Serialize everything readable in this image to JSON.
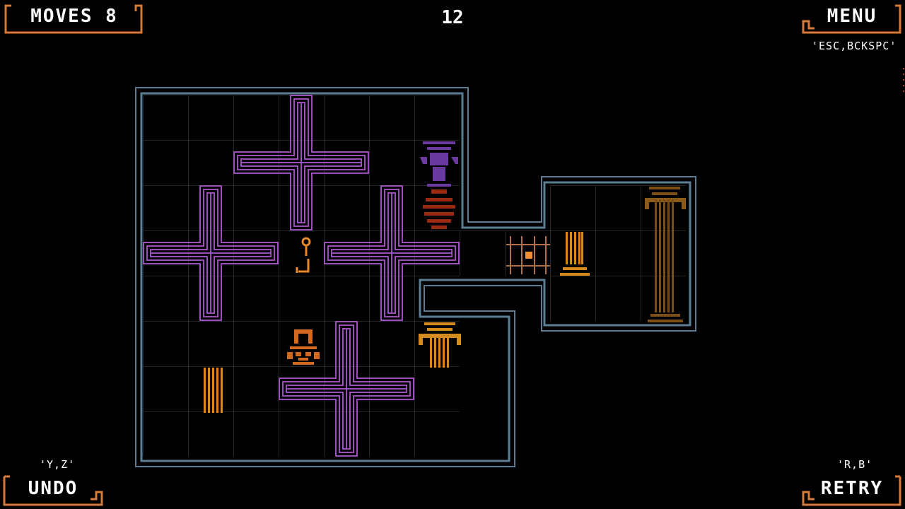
{
  "hud": {
    "moves_label": "MOVES 8",
    "level_number": "12",
    "menu_label": "MENU",
    "menu_hint": "'ESC,BCKSPC'",
    "undo_label": "UNDO",
    "undo_hint": "'Y,Z'",
    "retry_label": "RETRY",
    "retry_hint": "'R,B'"
  },
  "colors": {
    "frame": "#d77a3a",
    "wall": "#5d7d93",
    "grid": "#22262b",
    "cross": "#9b4fb8",
    "gold": "#d38a1e",
    "key": "#e8882a",
    "statue": "#d2691e",
    "urn_red": "#9a2a12",
    "vase_purple": "#6b3aa0",
    "gate": "#b07048"
  },
  "board": {
    "icons": [
      "cross-pillar-icon",
      "purple-vase-icon",
      "red-urn-icon",
      "golden-key-icon",
      "statue-player-icon",
      "locked-gate-icon",
      "golden-column-icon",
      "fluted-column-icon"
    ]
  }
}
